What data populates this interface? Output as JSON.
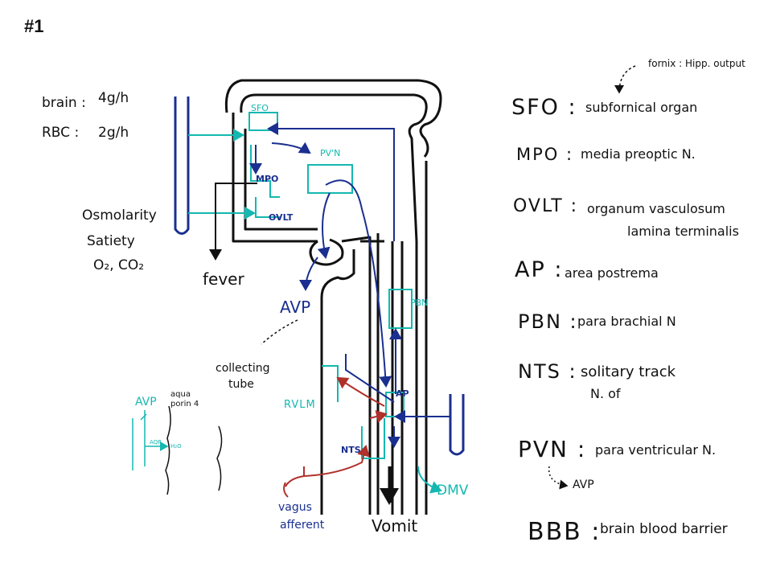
{
  "slide_number": "#1",
  "rates": {
    "brain_label": "brain :",
    "brain_value": "4g/h",
    "rbc_label": "RBC :",
    "rbc_value": "2g/h"
  },
  "inputs": {
    "line1": "Osmolarity",
    "line2": "Satiety",
    "line3": "O₂, CO₂"
  },
  "diagram": {
    "sfo": "SFO",
    "mpo": "MPO",
    "ovlt": "OVLT",
    "pvn": "PV'N",
    "pbn": "PBN",
    "ap": "AP",
    "nts": "NTS",
    "rvlm": "RVLM",
    "dmv": "DMV",
    "fever": "fever",
    "avp": "AVP",
    "collecting_tube": [
      "collecting",
      "tube"
    ],
    "vagus_afferent": [
      "vagus",
      "afferent"
    ],
    "vomit": "Vomit",
    "avp_small": "AVP",
    "aquaporin": [
      "aqua",
      "porin 4"
    ],
    "aqp_small": "AQP",
    "h2o_small": "H₂O"
  },
  "fornix_note": "fornix : Hipp. output",
  "glossary": [
    {
      "abbr": "SFO :",
      "lines": [
        "subfornical organ"
      ]
    },
    {
      "abbr": "MPO :",
      "lines": [
        "media preoptic N."
      ]
    },
    {
      "abbr": "OVLT :",
      "lines": [
        "organum vasculosum",
        "lamina terminalis"
      ]
    },
    {
      "abbr": "AP :",
      "lines": [
        "area postrema"
      ]
    },
    {
      "abbr": "PBN :",
      "lines": [
        "para brachial N"
      ]
    },
    {
      "abbr": "NTS :",
      "lines": [
        "solitary track",
        "N. of"
      ]
    },
    {
      "abbr": "PVN :",
      "lines": [
        "para ventricular N."
      ]
    },
    {
      "abbr": "BBB :",
      "lines": [
        "brain blood barrier"
      ]
    }
  ],
  "pvn_note": "AVP",
  "colors": {
    "black": "#111111",
    "blue": "#1a2f8f",
    "cyan": "#14b8b0",
    "red": "#b0302a"
  }
}
